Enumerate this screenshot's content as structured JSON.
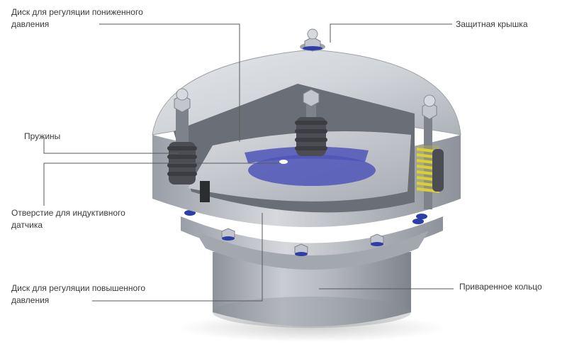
{
  "labels": {
    "low_pressure_disc": {
      "line1": "Диск для регуляции пониженного",
      "line2": "давления"
    },
    "protective_cover": {
      "text": "Защитная крышка"
    },
    "springs": {
      "text": "Пружины"
    },
    "sensor_hole": {
      "line1": "Отверстие для индуктивного",
      "line2": "датчика"
    },
    "high_pressure_disc": {
      "line1": "Диск для регуляции повышенного",
      "line2": "давления"
    },
    "welded_ring": {
      "text": "Приваренное кольцо"
    }
  },
  "colors": {
    "leader_line": "#5a5a5a",
    "label_text": "#3a3a3a",
    "metal_light": "#d9dbe0",
    "metal_mid": "#b7bac1",
    "metal_dark": "#8b8f97",
    "rubber": "#4b4d52",
    "gasket_blue": "#2c3fa8",
    "spring_yellow": "#d8cf3a",
    "opening_blue": "#4e55b8"
  }
}
